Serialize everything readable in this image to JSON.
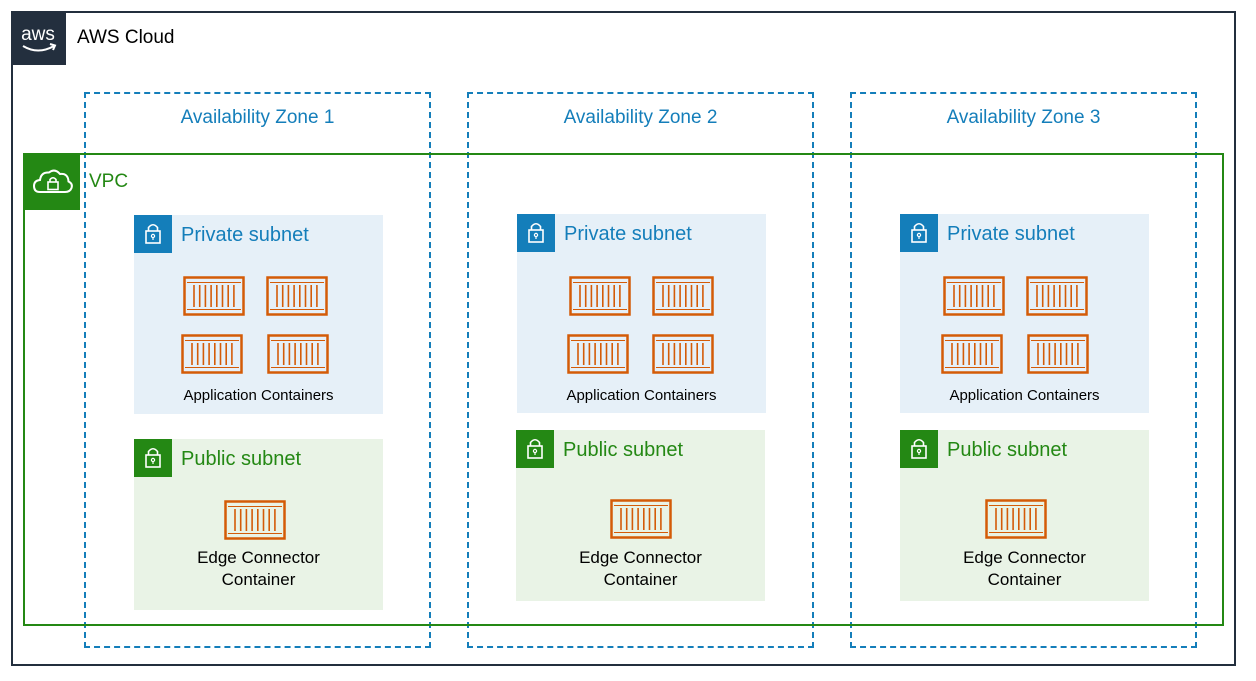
{
  "cloud": {
    "title": "AWS Cloud",
    "logo_text": "aws",
    "icon": "aws-logo-icon"
  },
  "vpc": {
    "label": "VPC",
    "icon": "vpc-cloud-lock-icon"
  },
  "zones": [
    {
      "title": "Availability Zone 1",
      "private_subnet": {
        "title": "Private subnet",
        "caption": "Application Containers"
      },
      "public_subnet": {
        "title": "Public subnet",
        "caption_line1": "Edge Connector",
        "caption_line2": "Container"
      }
    },
    {
      "title": "Availability Zone 2",
      "private_subnet": {
        "title": "Private subnet",
        "caption": "Application Containers"
      },
      "public_subnet": {
        "title": "Public subnet",
        "caption_line1": "Edge Connector",
        "caption_line2": "Container"
      }
    },
    {
      "title": "Availability Zone 3",
      "private_subnet": {
        "title": "Private subnet",
        "caption": "Application Containers"
      },
      "public_subnet": {
        "title": "Public subnet",
        "caption_line1": "Edge Connector",
        "caption_line2": "Container"
      }
    }
  ],
  "colors": {
    "cloud_border": "#232f3e",
    "zone_border": "#147eba",
    "vpc_green": "#248814",
    "private_bg": "#e6f0f8",
    "public_bg": "#e9f3e6",
    "container_orange": "#d45b07"
  }
}
